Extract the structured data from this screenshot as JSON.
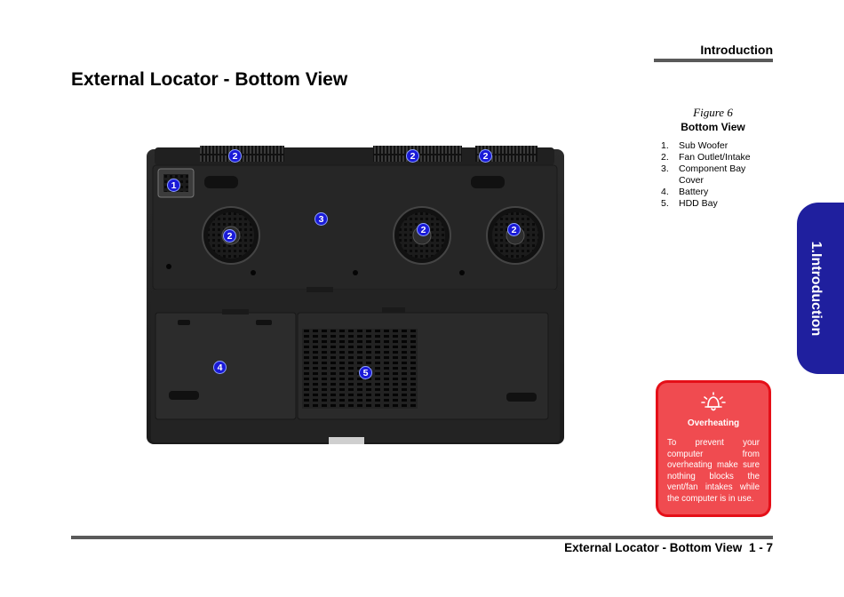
{
  "header": {
    "section": "Introduction"
  },
  "page_title": "External Locator - Bottom View",
  "figure": {
    "number": "Figure 6",
    "title": "Bottom View"
  },
  "legend": [
    {
      "num": "1.",
      "text": "Sub Woofer"
    },
    {
      "num": "2.",
      "text": "Fan Outlet/Intake"
    },
    {
      "num": "3.",
      "text": "Component Bay Cover"
    },
    {
      "num": "4.",
      "text": "Battery"
    },
    {
      "num": "5.",
      "text": "HDD Bay"
    }
  ],
  "callouts": [
    "2",
    "2",
    "2",
    "1",
    "3",
    "2",
    "2",
    "2",
    "4",
    "5"
  ],
  "side_tab": {
    "label": "1.Introduction"
  },
  "warning": {
    "icon": "alarm-bell-icon",
    "title": "Overheating",
    "body": "To prevent your computer from overheating make sure nothing blocks the vent/fan intakes while the computer is in use."
  },
  "footer": {
    "title": "External Locator - Bottom View",
    "page": "1 - 7"
  },
  "colors": {
    "tab": "#1f1f9e",
    "warning": "#e50f18",
    "warning_fill": "#f04b50",
    "callout": "#1a1ad8",
    "rule": "#5a5a5a"
  }
}
